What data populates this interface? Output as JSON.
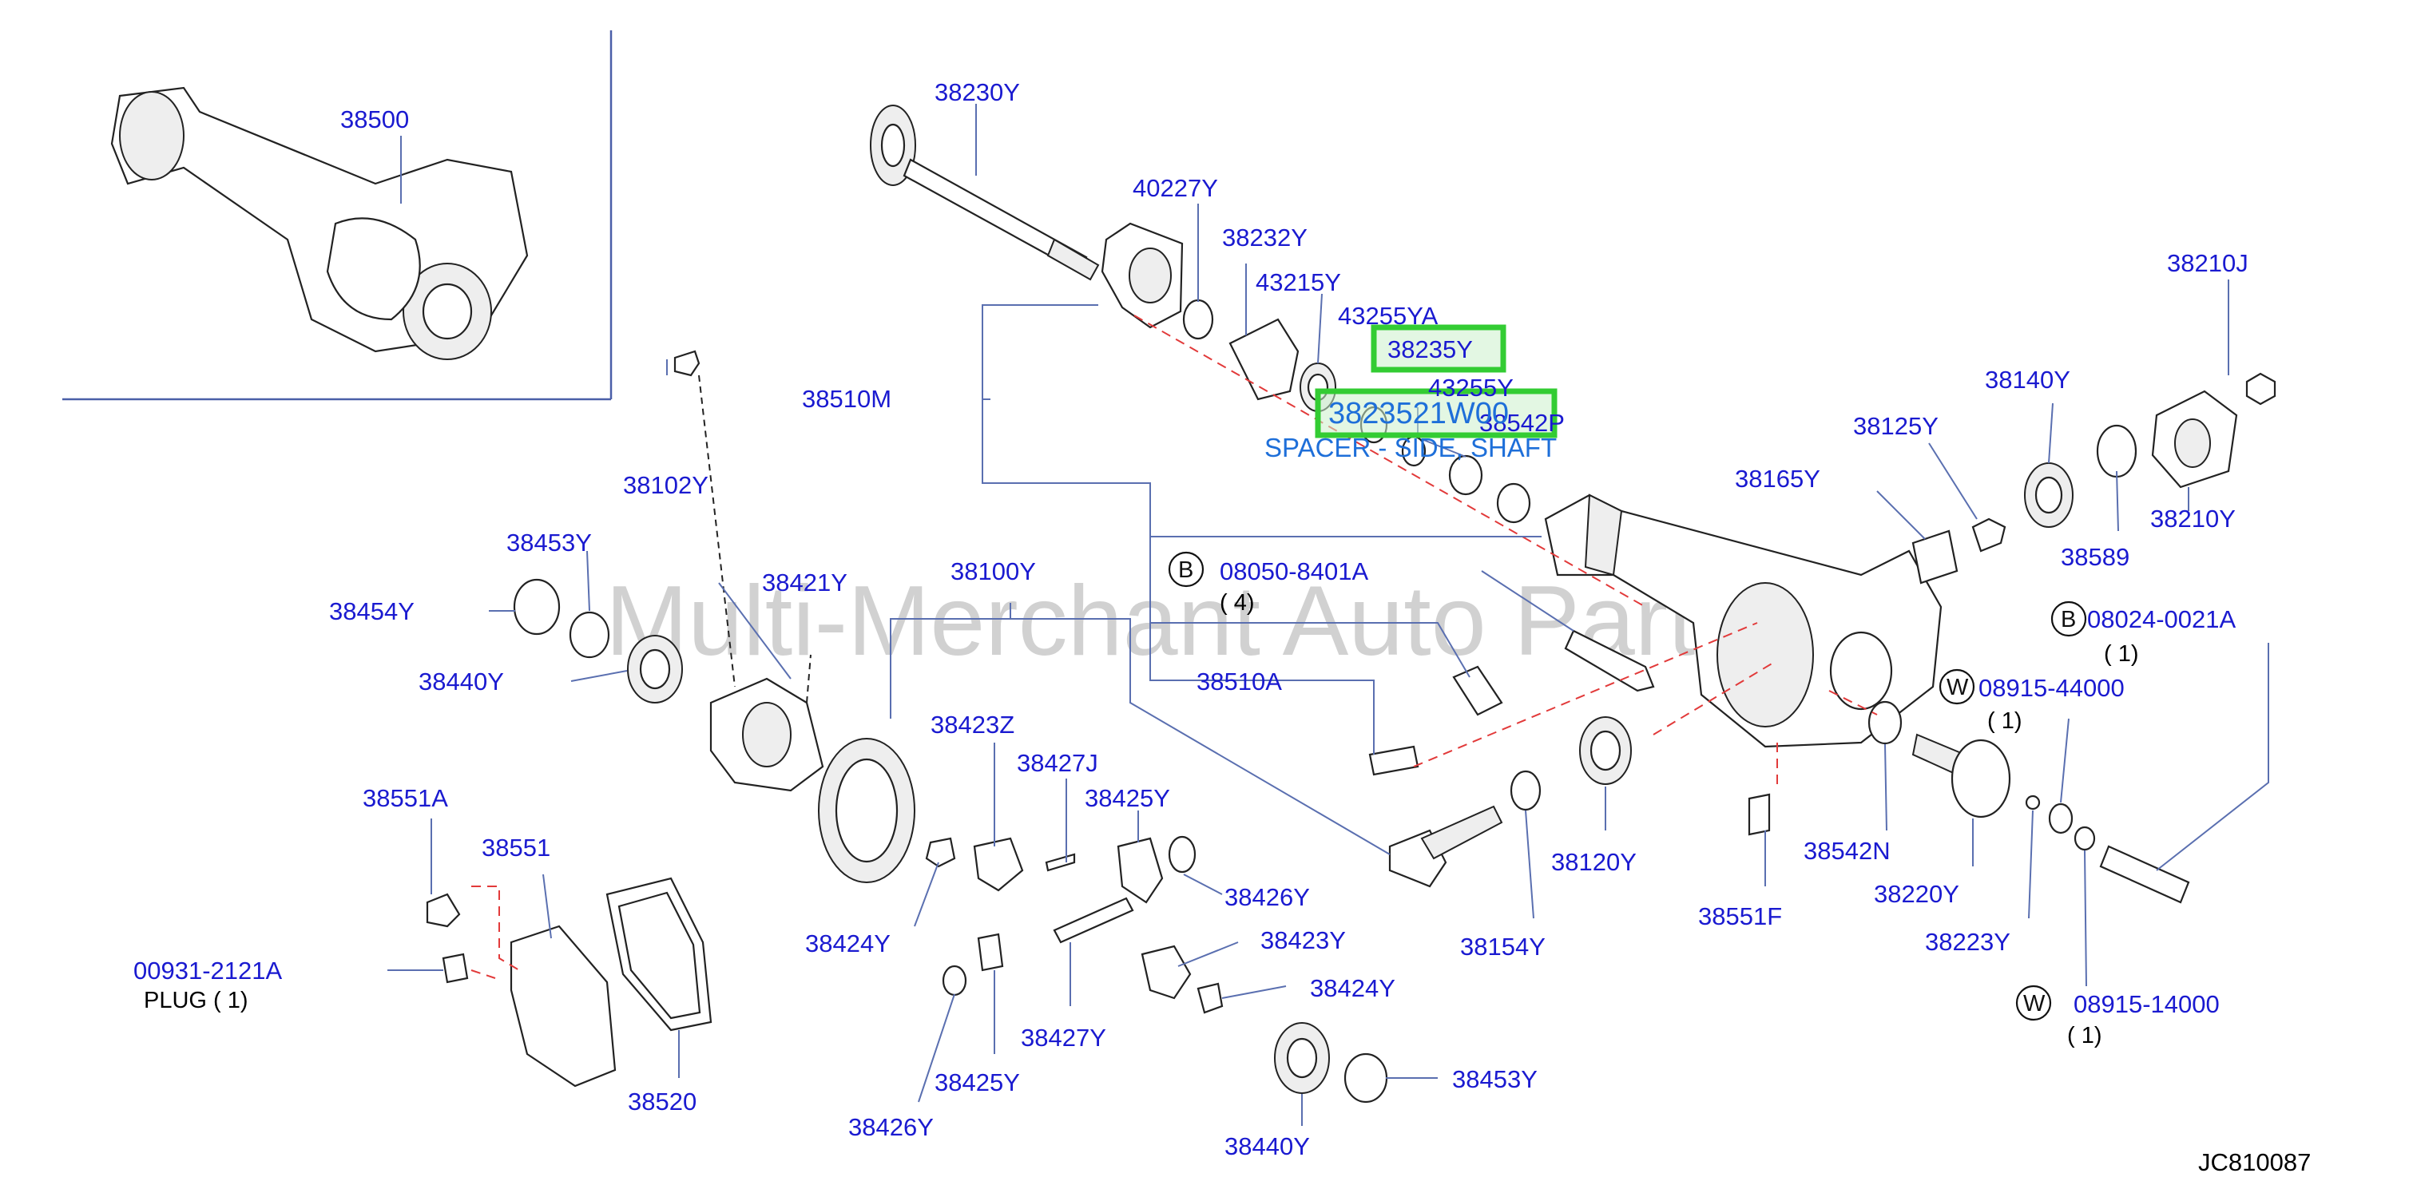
{
  "watermark": "Multi-Merchant Auto Partstore",
  "diagram_code": "JC810087",
  "highlighted_part": {
    "number": "38235Y",
    "selected_number": "3823521W00",
    "description": "SPACER - SIDE, SHAFT"
  },
  "parts": [
    {
      "id": "p38500",
      "label": "38500"
    },
    {
      "id": "p38230Y",
      "label": "38230Y"
    },
    {
      "id": "p40227Y",
      "label": "40227Y"
    },
    {
      "id": "p38232Y",
      "label": "38232Y"
    },
    {
      "id": "p43215Y",
      "label": "43215Y"
    },
    {
      "id": "p43255YA",
      "label": "43255YA"
    },
    {
      "id": "p43255Y",
      "label": "43255Y"
    },
    {
      "id": "p38542P",
      "label": "38542P"
    },
    {
      "id": "p38210J",
      "label": "38210J"
    },
    {
      "id": "p38140Y",
      "label": "38140Y"
    },
    {
      "id": "p38125Y",
      "label": "38125Y"
    },
    {
      "id": "p38165Y",
      "label": "38165Y"
    },
    {
      "id": "p38589",
      "label": "38589"
    },
    {
      "id": "p38210Y",
      "label": "38210Y"
    },
    {
      "id": "p38510M",
      "label": "38510M"
    },
    {
      "id": "p38102Y",
      "label": "38102Y"
    },
    {
      "id": "p38453Y_a",
      "label": "38453Y"
    },
    {
      "id": "p38454Y",
      "label": "38454Y"
    },
    {
      "id": "p38421Y",
      "label": "38421Y"
    },
    {
      "id": "p38440Y_a",
      "label": "38440Y"
    },
    {
      "id": "p38100Y",
      "label": "38100Y"
    },
    {
      "id": "p08050",
      "label": "08050-8401A"
    },
    {
      "id": "p38510A",
      "label": "38510A"
    },
    {
      "id": "p08024",
      "label": "08024-0021A"
    },
    {
      "id": "p08915_44",
      "label": "08915-44000"
    },
    {
      "id": "p38423Z",
      "label": "38423Z"
    },
    {
      "id": "p38427J",
      "label": "38427J"
    },
    {
      "id": "p38425Y_a",
      "label": "38425Y"
    },
    {
      "id": "p38426Y_a",
      "label": "38426Y"
    },
    {
      "id": "p38424Y_a",
      "label": "38424Y"
    },
    {
      "id": "p38551A",
      "label": "38551A"
    },
    {
      "id": "p38551",
      "label": "38551"
    },
    {
      "id": "p00931",
      "label": "00931-2121A"
    },
    {
      "id": "p38520",
      "label": "38520"
    },
    {
      "id": "p38423Y",
      "label": "38423Y"
    },
    {
      "id": "p38424Y_b",
      "label": "38424Y"
    },
    {
      "id": "p38427Y",
      "label": "38427Y"
    },
    {
      "id": "p38425Y_b",
      "label": "38425Y"
    },
    {
      "id": "p38426Y_b",
      "label": "38426Y"
    },
    {
      "id": "p38440Y_b",
      "label": "38440Y"
    },
    {
      "id": "p38453Y_b",
      "label": "38453Y"
    },
    {
      "id": "p38154Y",
      "label": "38154Y"
    },
    {
      "id": "p38120Y",
      "label": "38120Y"
    },
    {
      "id": "p38551F",
      "label": "38551F"
    },
    {
      "id": "p38542N",
      "label": "38542N"
    },
    {
      "id": "p38220Y",
      "label": "38220Y"
    },
    {
      "id": "p38223Y",
      "label": "38223Y"
    },
    {
      "id": "p08915_14",
      "label": "08915-14000"
    }
  ],
  "symbols": {
    "bolt_type": "B",
    "washer_type": "W"
  },
  "quantities": {
    "q4": "( 4)",
    "q1": "( 1)"
  },
  "plug_label": "PLUG ( 1)"
}
